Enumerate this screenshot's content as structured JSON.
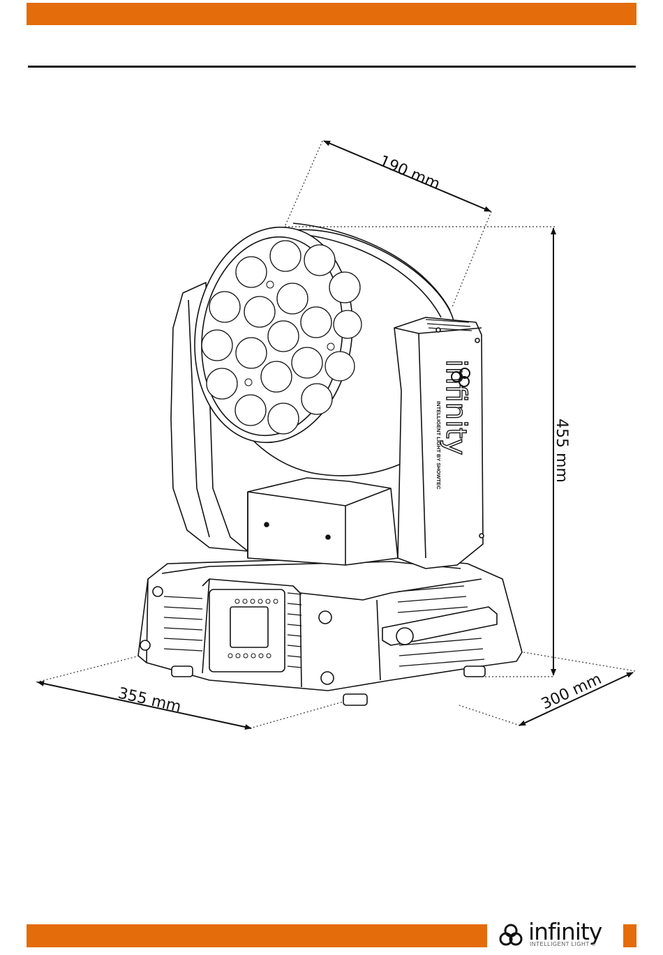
{
  "colors": {
    "accent": "#E46C0A",
    "line": "#111111"
  },
  "dimensions": {
    "depth": "190 mm",
    "height": "455 mm",
    "width": "355 mm",
    "length": "300 mm"
  },
  "fixture": {
    "brand_text": "infinity",
    "brand_subtext": "INTELLIGENT LIGHT BY SHOWTEC"
  },
  "footer": {
    "logo_icon": "trefoil-knot-icon",
    "logo_word": "infinity",
    "logo_tagline": "INTELLIGENT LIGHT ®"
  }
}
